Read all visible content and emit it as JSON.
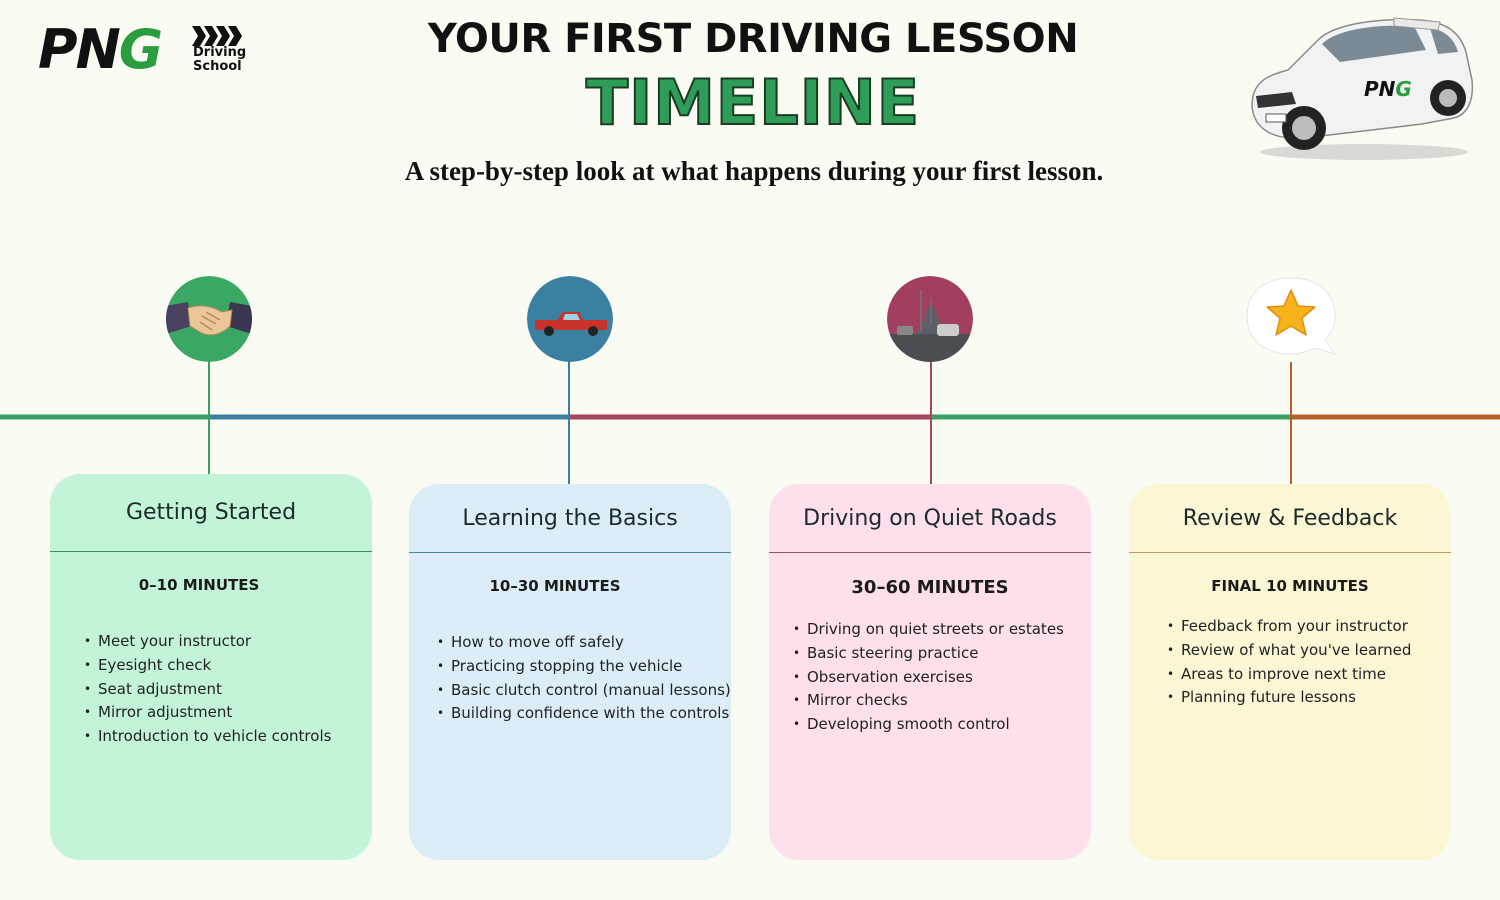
{
  "logo": {
    "png": "PNG",
    "line1": "Driving",
    "line2": "School"
  },
  "header": {
    "title": "YOUR FIRST DRIVING LESSON",
    "title_highlight": "TIMELINE",
    "subtitle": "A step-by-step look at what happens during your first lesson."
  },
  "colors": {
    "background": "#fafcf3",
    "green": "#3aa067",
    "blue": "#3f7ea3",
    "maroon": "#a3465f",
    "orange": "#b5602b"
  },
  "steps": [
    {
      "icon": "handshake-icon",
      "title": "Getting Started",
      "time": "0–10 MINUTES",
      "items": [
        "Meet your instructor",
        "Eyesight check",
        "Seat adjustment",
        "Mirror adjustment",
        "Introduction to vehicle controls"
      ],
      "card_bg": "#c3f4d7",
      "rule": "#3f8f5e"
    },
    {
      "icon": "pickup-truck-icon",
      "title": "Learning the Basics",
      "time": "10–30 MINUTES",
      "items": [
        "How to move off safely",
        "Practicing stopping the vehicle",
        "Basic clutch control (manual lessons)",
        "Building confidence with the controls"
      ],
      "card_bg": "#dcedf8",
      "rule": "#4c83a5"
    },
    {
      "icon": "road-icon",
      "title": "Driving on Quiet Roads",
      "time": "30–60 MINUTES",
      "items": [
        "Driving on quiet streets or estates",
        "Basic steering practice",
        "Observation exercises",
        "Mirror checks",
        "Developing smooth control"
      ],
      "card_bg": "#fde0eb",
      "rule": "#9a5568"
    },
    {
      "icon": "star-speech-bubble-icon",
      "title": "Review & Feedback",
      "time": "FINAL 10 MINUTES",
      "items": [
        "Feedback from your instructor",
        "Review of what you've learned",
        "Areas to improve next time",
        "Planning future lessons"
      ],
      "card_bg": "#fbf7d4",
      "rule": "#c19a68"
    }
  ]
}
